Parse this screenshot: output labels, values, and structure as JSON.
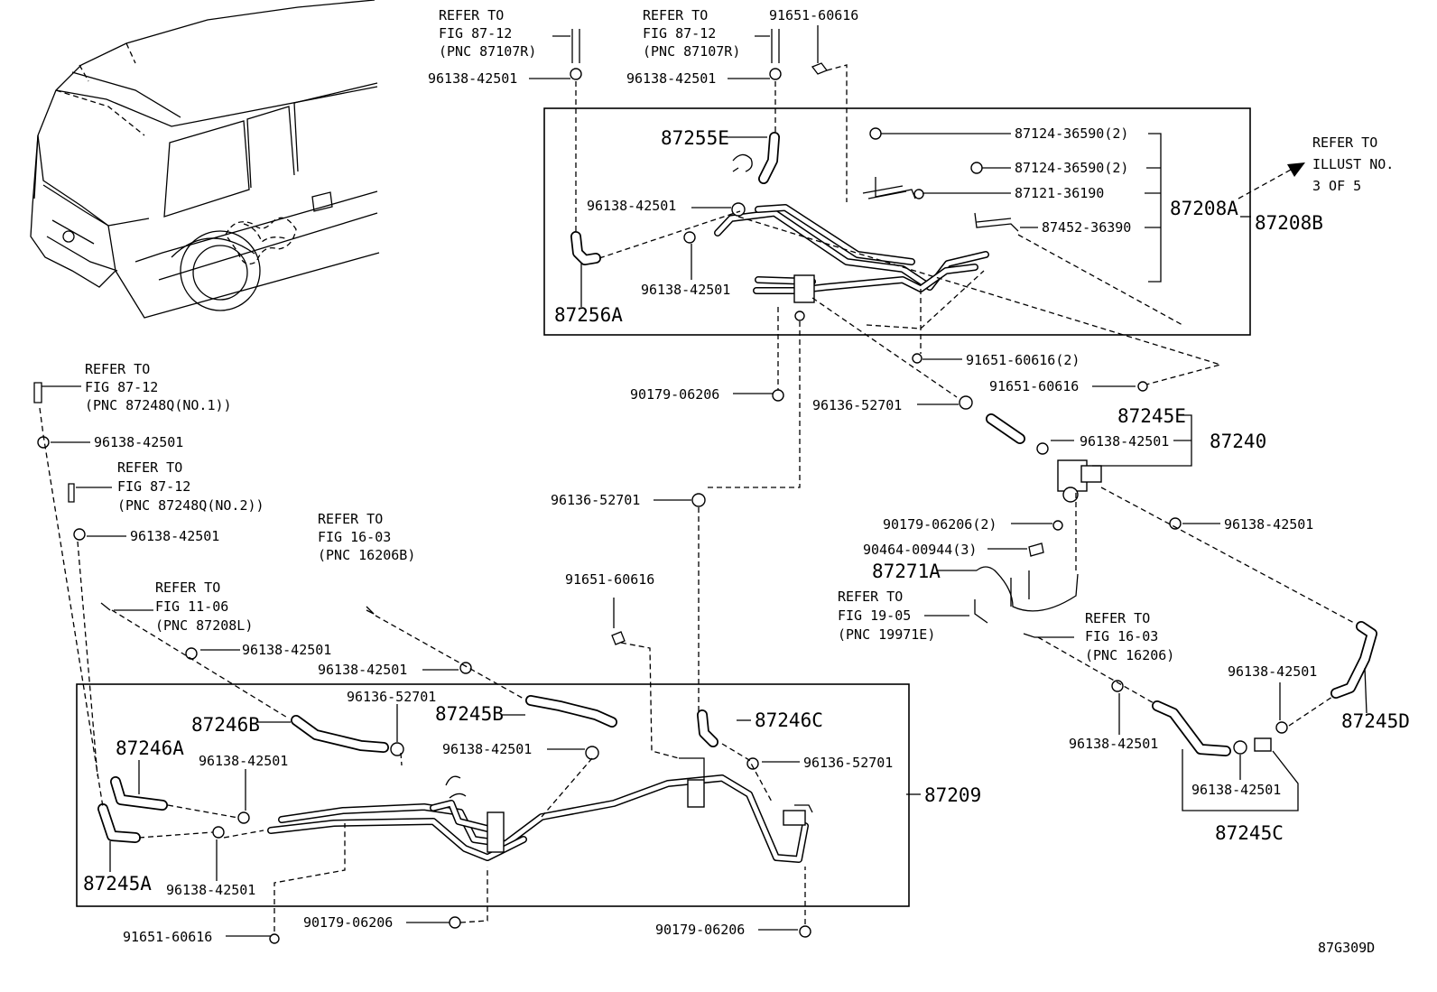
{
  "diagram_code": "87G309D",
  "refs": {
    "fig87_12_a": [
      "REFER TO",
      "FIG 87-12",
      "(PNC 87107R)"
    ],
    "fig87_12_b": [
      "REFER TO",
      "FIG 87-12",
      "(PNC 87107R)"
    ],
    "illust": [
      "REFER TO",
      "ILLUST NO.",
      "3 OF 5"
    ],
    "fig87_12_c": [
      "REFER TO",
      "FIG 87-12",
      "(PNC 87248Q(NO.1))"
    ],
    "fig87_12_d": [
      "REFER TO",
      "FIG 87-12",
      "(PNC 87248Q(NO.2))"
    ],
    "fig16_03_a": [
      "REFER TO",
      "FIG 16-03",
      "(PNC 16206B)"
    ],
    "fig11_06": [
      "REFER TO",
      "FIG 11-06",
      "(PNC 87208L)"
    ],
    "fig19_05": [
      "REFER TO",
      "FIG 19-05",
      "(PNC 19971E)"
    ],
    "fig16_03_b": [
      "REFER TO",
      "FIG 16-03",
      "(PNC 16206)"
    ]
  },
  "parts": {
    "p_96138_top_a": "96138-42501",
    "p_96138_top_b": "96138-42501",
    "p_91651_top": "91651-60616",
    "p_87255E": "87255E",
    "p_87124_1": "87124-36590(2)",
    "p_87124_2": "87124-36590(2)",
    "p_87121": "87121-36190",
    "p_87452": "87452-36390",
    "p_87208A": "87208A",
    "p_87208B": "87208B",
    "p_96138_u1": "96138-42501",
    "p_96138_u2": "96138-42501",
    "p_87256A": "87256A",
    "p_91651_2": "91651-60616(2)",
    "p_91651_r": "91651-60616",
    "p_90179_m": "90179-06206",
    "p_96136_m": "96136-52701",
    "p_87245E": "87245E",
    "p_96138_m": "96138-42501",
    "p_87240": "87240",
    "p_96136_c": "96136-52701",
    "p_90179_2": "90179-06206(2)",
    "p_96138_r": "96138-42501",
    "p_90464": "90464-00944(3)",
    "p_87271A": "87271A",
    "p_96138_l1": "96138-42501",
    "p_96138_l2": "96138-42501",
    "p_91651_l": "91651-60616",
    "p_96138_l3": "96138-42501",
    "p_96138_l4": "96138-42501",
    "p_87246B": "87246B",
    "p_96136_l": "96136-52701",
    "p_87245B": "87245B",
    "p_87246C": "87246C",
    "p_96138_l5": "96138-42501",
    "p_87246A": "87246A",
    "p_96138_l6": "96138-42501",
    "p_96136_l2": "96136-52701",
    "p_87209": "87209",
    "p_96138_l7": "96138-42501",
    "p_87245A": "87245A",
    "p_96138_l8": "96138-42501",
    "p_91651_b": "91651-60616",
    "p_90179_b1": "90179-06206",
    "p_90179_b2": "90179-06206",
    "p_96138_rr": "96138-42501",
    "p_87245D": "87245D",
    "p_96138_rb1": "96138-42501",
    "p_96138_rb2": "96138-42501",
    "p_87245C": "87245C"
  }
}
